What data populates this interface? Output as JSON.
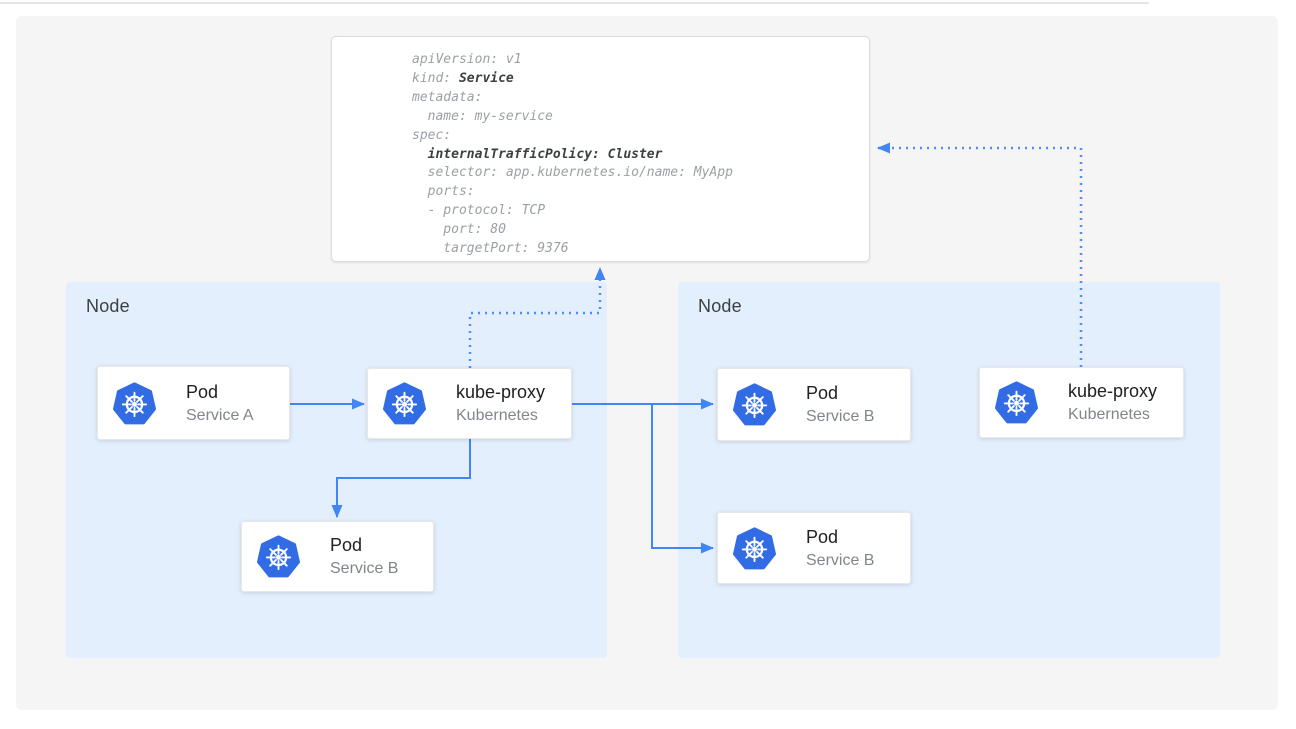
{
  "colors": {
    "accent_blue": "#4285f4",
    "kubernetes_blue": "#326ce5",
    "node_background": "#e3effc",
    "panel_background": "#f5f5f6"
  },
  "yaml_card": {
    "lines": [
      [
        {
          "t": "apiVersion: v1"
        }
      ],
      [
        {
          "t": "kind: "
        },
        {
          "t": "Service",
          "b": true
        }
      ],
      [
        {
          "t": "metadata:"
        }
      ],
      [
        {
          "t": "  name: my-service"
        }
      ],
      [
        {
          "t": "spec:"
        }
      ],
      [
        {
          "t": "  "
        },
        {
          "t": "internalTrafficPolicy: Cluster",
          "b": true
        }
      ],
      [
        {
          "t": "  selector: app.kubernetes.io/name: MyApp"
        }
      ],
      [
        {
          "t": "  ports:"
        }
      ],
      [
        {
          "t": "  - protocol: TCP"
        }
      ],
      [
        {
          "t": "    port: 80"
        }
      ],
      [
        {
          "t": "    targetPort: 9376"
        }
      ]
    ]
  },
  "nodes": {
    "left": {
      "label": "Node"
    },
    "right": {
      "label": "Node"
    }
  },
  "cards": {
    "pod_a": {
      "title": "Pod",
      "subtitle": "Service A",
      "icon": "kubernetes-icon"
    },
    "kube_proxy_left": {
      "title": "kube-proxy",
      "subtitle": "Kubernetes",
      "icon": "kubernetes-icon"
    },
    "pod_b_left": {
      "title": "Pod",
      "subtitle": "Service B",
      "icon": "kubernetes-icon"
    },
    "pod_b_right_top": {
      "title": "Pod",
      "subtitle": "Service B",
      "icon": "kubernetes-icon"
    },
    "pod_b_right_bottom": {
      "title": "Pod",
      "subtitle": "Service B",
      "icon": "kubernetes-icon"
    },
    "kube_proxy_right": {
      "title": "kube-proxy",
      "subtitle": "Kubernetes",
      "icon": "kubernetes-icon"
    }
  }
}
